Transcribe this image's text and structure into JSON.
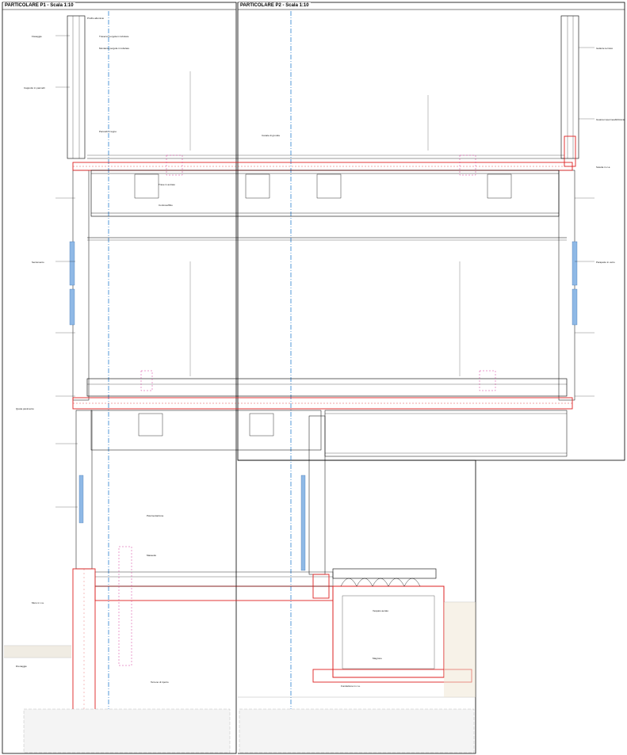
{
  "panels": [
    {
      "id": "p1",
      "title": "PARTICOLARE P1 - Scala 1:10"
    },
    {
      "id": "p2",
      "title": "PARTICOLARE P2 - Scala 1:10"
    }
  ],
  "annotations": [
    "Profilo alluminio",
    "Fissaggio",
    "Traverso pergola in tubolare",
    "Montante pergola in tubolare",
    "Cappotto in pannelli",
    "Pannelli in legno",
    "Serramento",
    "Soletta in c.a.",
    "Canale di gronda",
    "Isolante termico",
    "Guaina impermeabilizzante",
    "Trave in acciaio",
    "Controsoffitto",
    "Parapetto in vetro",
    "Pavimentazione",
    "Massetto",
    "Vespaio aerato",
    "Magrone",
    "Terreno di riporto",
    "Drenaggio",
    "Muro in c.a.",
    "Fondazione in c.a.",
    "Quota pavimento"
  ]
}
